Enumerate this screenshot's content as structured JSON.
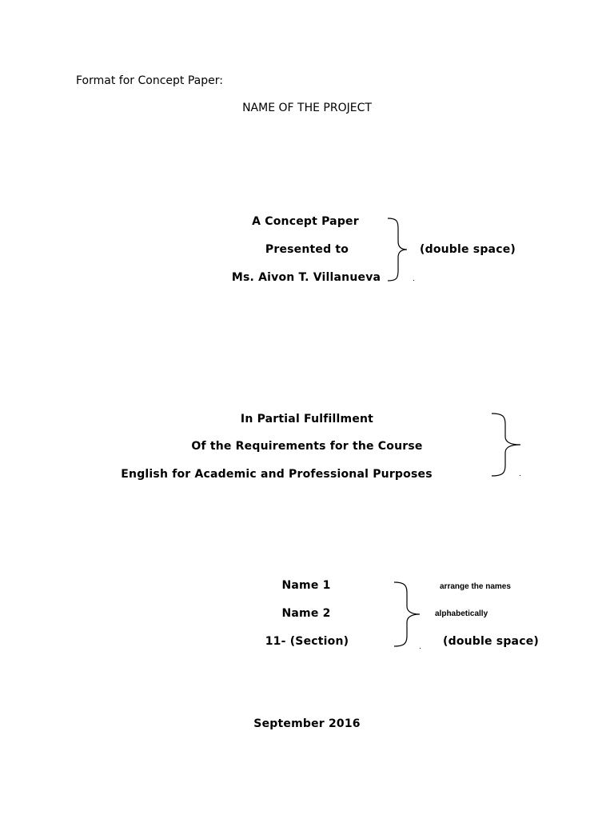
{
  "doc": {
    "format_label": "Format for Concept Paper:",
    "project_name": "NAME OF THE PROJECT",
    "presented_block": {
      "line1": "A Concept Paper",
      "line2": "Presented to",
      "line3": "Ms. Aivon T. Villanueva",
      "note": "(double space)"
    },
    "fulfillment_block": {
      "line1": "In Partial Fulfillment",
      "line2": "Of the Requirements for the Course",
      "line3": "English for Academic and Professional Purposes"
    },
    "names_block": {
      "line1": "Name 1",
      "line2": "Name 2",
      "line3": "11- (Section)",
      "note1": "arrange the names",
      "note2": "alphabetically",
      "note3": "(double space)"
    },
    "date": "September 2016"
  }
}
